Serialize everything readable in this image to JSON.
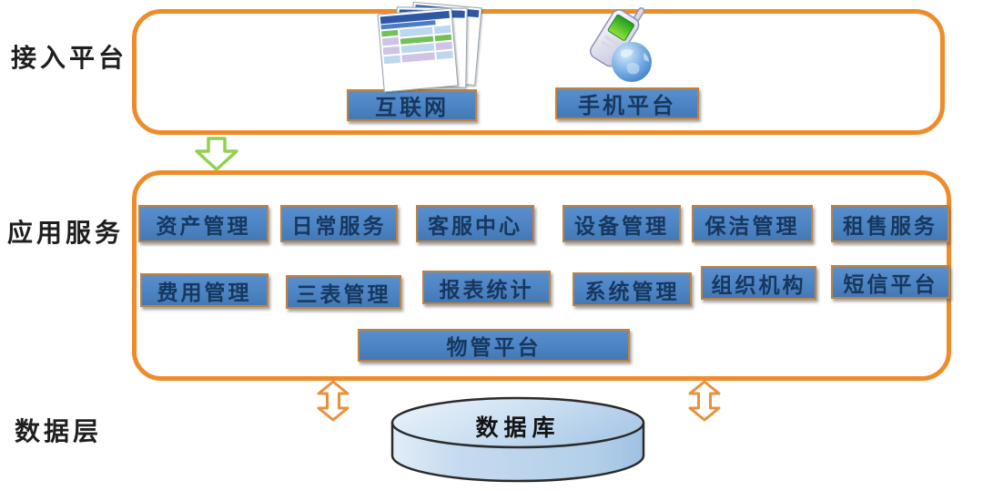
{
  "colors": {
    "accent_orange": "#EE8C2A",
    "button_blue": "#4C84C4",
    "button_border": "#C0833E",
    "button_text": "#17375E",
    "arrow_green": "#92D050",
    "arrow_orange": "#E8913C",
    "db_fill": "#BDD7EE"
  },
  "layers": {
    "access": "接入平台",
    "application": "应用服务",
    "data": "数据层"
  },
  "access_platform": {
    "internet": "互联网",
    "mobile": "手机平台"
  },
  "app_services": {
    "row1": [
      "资产管理",
      "日常服务",
      "客服中心",
      "设备管理",
      "保洁管理",
      "租售服务"
    ],
    "row2": [
      "费用管理",
      "三表管理",
      "报表统计",
      "系统管理",
      "组织机构",
      "短信平台"
    ],
    "platform": "物管平台"
  },
  "database": "数据库"
}
